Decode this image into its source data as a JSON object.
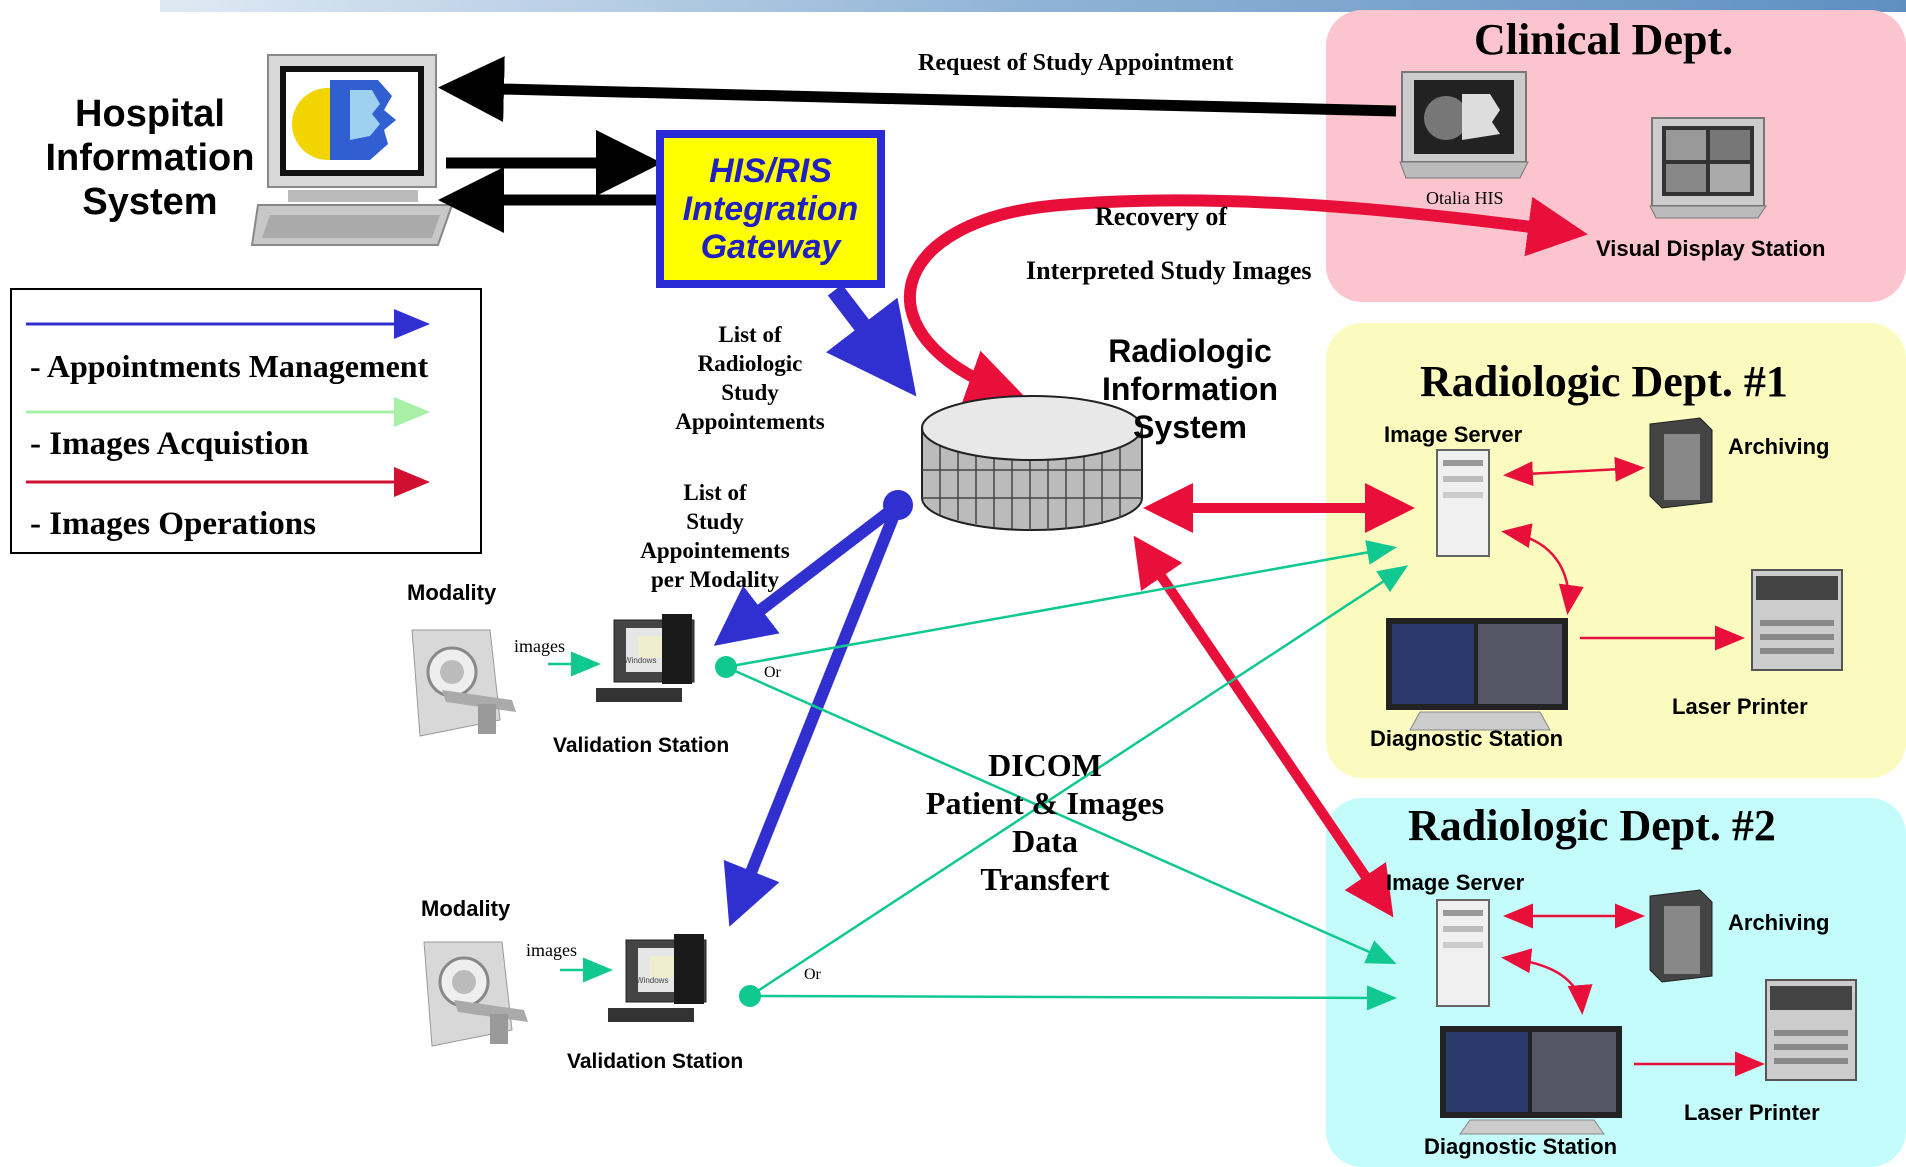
{
  "his": {
    "title_lines": [
      "Hospital",
      "Information",
      "System"
    ]
  },
  "gateway": {
    "lines": [
      "HIS/RIS",
      "Integration",
      "Gateway"
    ]
  },
  "legend": {
    "items": [
      {
        "label": "- Appointments Management",
        "color": "#3030d0"
      },
      {
        "label": "- Images Acquistion",
        "color": "#a8f0a8"
      },
      {
        "label": "- Images Operations",
        "color": "#d01030"
      }
    ]
  },
  "clinical": {
    "title": "Clinical Dept.",
    "his_label": "Otalia HIS",
    "display_label": "Visual Display Station",
    "color": "#fcc4ce"
  },
  "arrows": {
    "request_label": "Request of Study Appointment",
    "recovery_lines": [
      "Recovery of",
      "Interpreted Study Images"
    ],
    "list_radiologic_lines": [
      "List of",
      "Radiologic",
      "Study",
      "Appointements"
    ],
    "list_modality_lines": [
      "List of",
      "Study",
      "Appointements",
      "per Modality"
    ]
  },
  "ris": {
    "title_lines": [
      "Radiologic",
      "Information",
      "System"
    ]
  },
  "dept1": {
    "title": "Radiologic Dept. #1",
    "image_server": "Image Server",
    "archiving": "Archiving",
    "diagnostic": "Diagnostic Station",
    "printer": "Laser Printer",
    "color": "#fbfbc0"
  },
  "dept2": {
    "title": "Radiologic Dept. #2",
    "image_server": "Image Server",
    "archiving": "Archiving",
    "diagnostic": "Diagnostic Station",
    "printer": "Laser Printer",
    "color": "#c4fbfb"
  },
  "modality1": {
    "label": "Modality",
    "images_label": "images",
    "station_label": "Validation Station",
    "screen_text": "Windows",
    "or_label": "Or"
  },
  "modality2": {
    "label": "Modality",
    "images_label": "images",
    "station_label": "Validation Station",
    "screen_text": "Windows",
    "or_label": "Or"
  },
  "dicom": {
    "lines": [
      "DICOM",
      "Patient & Images",
      "Data",
      "Transfert"
    ]
  },
  "colors": {
    "appointments": "#3030d0",
    "acquisition": "#10c890",
    "operations": "#e8103a",
    "gateway_bg": "#ffff00"
  }
}
